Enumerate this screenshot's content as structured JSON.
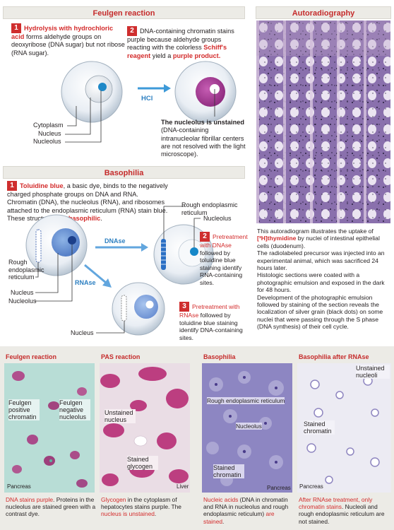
{
  "feulgen": {
    "title": "Feulgen reaction",
    "step1_num": "1",
    "step1_red": "Hydrolysis with hydrochloric acid",
    "step1_text": " forms aldehyde groups on deoxyribose (DNA sugar) but not ribose (RNA sugar).",
    "step2_num": "2",
    "step2_text_a": "DNA-containing chromatin stains purple because aldehyde groups reacting with the colorless ",
    "step2_red_a": "Schiff's reagent",
    "step2_text_b": " yield a ",
    "step2_red_b": "purple product.",
    "hcl": "HCl",
    "label_cytoplasm": "Cytoplasm",
    "label_nucleus": "Nucleus",
    "label_nucleolus": "Nucleolus",
    "unstained_bold": "The nucleolus is unstained",
    "unstained_text": "(DNA-containing intranucleolar fibrillar centers are not resolved with the light microscope)."
  },
  "autoradiography": {
    "title": "Autoradiography",
    "p1_a": "This autoradiogram illustrates the uptake of ",
    "p1_red": "[³H]thymidine",
    "p1_b": " by nuclei of intestinal epithelial cells (duodenum).",
    "p2": "The radiolabeled precursor was injected into an experimental animal, which was sacrificed 24 hours later.",
    "p3": "Histologic sections were coated with a photographic emulsion and exposed in the dark for 48 hours.",
    "p4": "Development of the photographic emulsion followed by staining of the section reveals the localization of silver grain (black dots) on some nuclei that were passing through the S phase (DNA synthesis) of their cell cycle."
  },
  "basophilia": {
    "title": "Basophilia",
    "step1_num": "1",
    "step1_red": "Toluidine blue",
    "step1_text": ", a basic dye, binds to the negatively charged phosphate groups on DNA and RNA. Chromatin (DNA), the nucleolus (RNA), and ribosomes attached to the endoplasmic reticulum (RNA) stain blue. These structures are ",
    "step1_red_end": "basophilic",
    "step1_end": ".",
    "label_rer_top": "Rough endoplasmic reticulum",
    "label_nucleolus_top": "Nucleolus",
    "label_rer_left": "Rough endoplasmic reticulum",
    "label_nucleus_left": "Nucleus",
    "label_nucleolus_left": "Nucleolus",
    "label_nucleus_bottom": "Nucleus",
    "dnase": "DNAse",
    "rnase": "RNAse",
    "step2_num": "2",
    "step2_red": "Pretreatment with DNAse",
    "step2_text": " followed by toluidine blue staining identify RNA-containing sites.",
    "step3_num": "3",
    "step3_red": "Pretreatment with RNAse",
    "step3_text": " followed by toluidine blue staining identify DNA-containing sites."
  },
  "photos": [
    {
      "title": "Feulgen reaction",
      "labels": [
        "Feulgen positive chromatin",
        "Feulgen negative nucleolus"
      ],
      "corner": "Pancreas",
      "cap_red": "DNA stains purple",
      "cap_text": ". Proteins in the nucleolus are stained green with a contrast dye."
    },
    {
      "title": "PAS reaction",
      "labels": [
        "Unstained nucleus",
        "Stained glycogen"
      ],
      "corner": "Liver",
      "cap_red": "Glycogen",
      "cap_text": " in the cytoplasm of hepatocytes stains purple. The ",
      "cap_red2": "nucleus is unstained",
      "cap_end": "."
    },
    {
      "title": "Basophilia",
      "labels": [
        "Rough endoplasmic reticulum",
        "Nucleolus",
        "Stained chromatin"
      ],
      "corner": "Pancreas",
      "cap_red": "Nucleic acids",
      "cap_text": " (DNA in chromatin and RNA in nucleolus and rough endoplasmic reticulum) ",
      "cap_red2": "are stained",
      "cap_end": "."
    },
    {
      "title": "Basophilia after RNAse",
      "labels": [
        "Unstained nucleoli",
        "Stained chromatin"
      ],
      "corner": "Pancreas",
      "cap_red": "After RNAse treatment, only chromatin stains",
      "cap_text": ". Nucleoli and rough endoplasmic reticulum are not stained."
    }
  ],
  "colors": {
    "red": "#d32b2b",
    "header_bg": "#ecebe6",
    "purple": "#a0338f",
    "blue": "#2f8fd0"
  }
}
